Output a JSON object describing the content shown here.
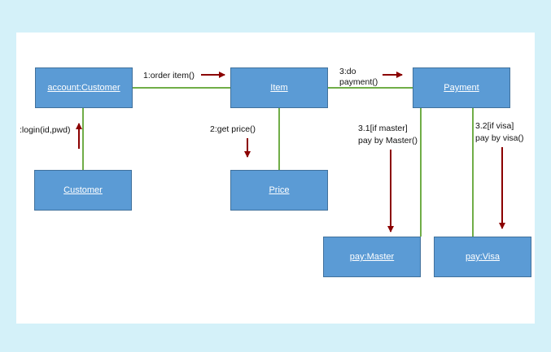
{
  "diagram": {
    "type": "UML communication diagram",
    "colors": {
      "background": "#d4f1f9",
      "canvas": "#ffffff",
      "node_fill": "#5b9bd5",
      "node_border": "#41719c",
      "link": "#70ad47",
      "arrow": "#8b0000"
    },
    "nodes": {
      "account_customer": "account:Customer",
      "item": "Item",
      "payment": "Payment",
      "customer": "Customer",
      "price": "Price",
      "pay_master": "pay:Master",
      "pay_visa": "pay:Visa"
    },
    "messages": {
      "login": ":login(id,pwd)",
      "order_item": "1:order item()",
      "get_price": "2:get price()",
      "do_payment_line1": "3:do",
      "do_payment_line2": "payment()",
      "if_master_line1": "3.1[if master]",
      "if_master_line2": "pay by Master()",
      "if_visa_line1": "3.2[if visa]",
      "if_visa_line2": "pay by visa()"
    }
  }
}
